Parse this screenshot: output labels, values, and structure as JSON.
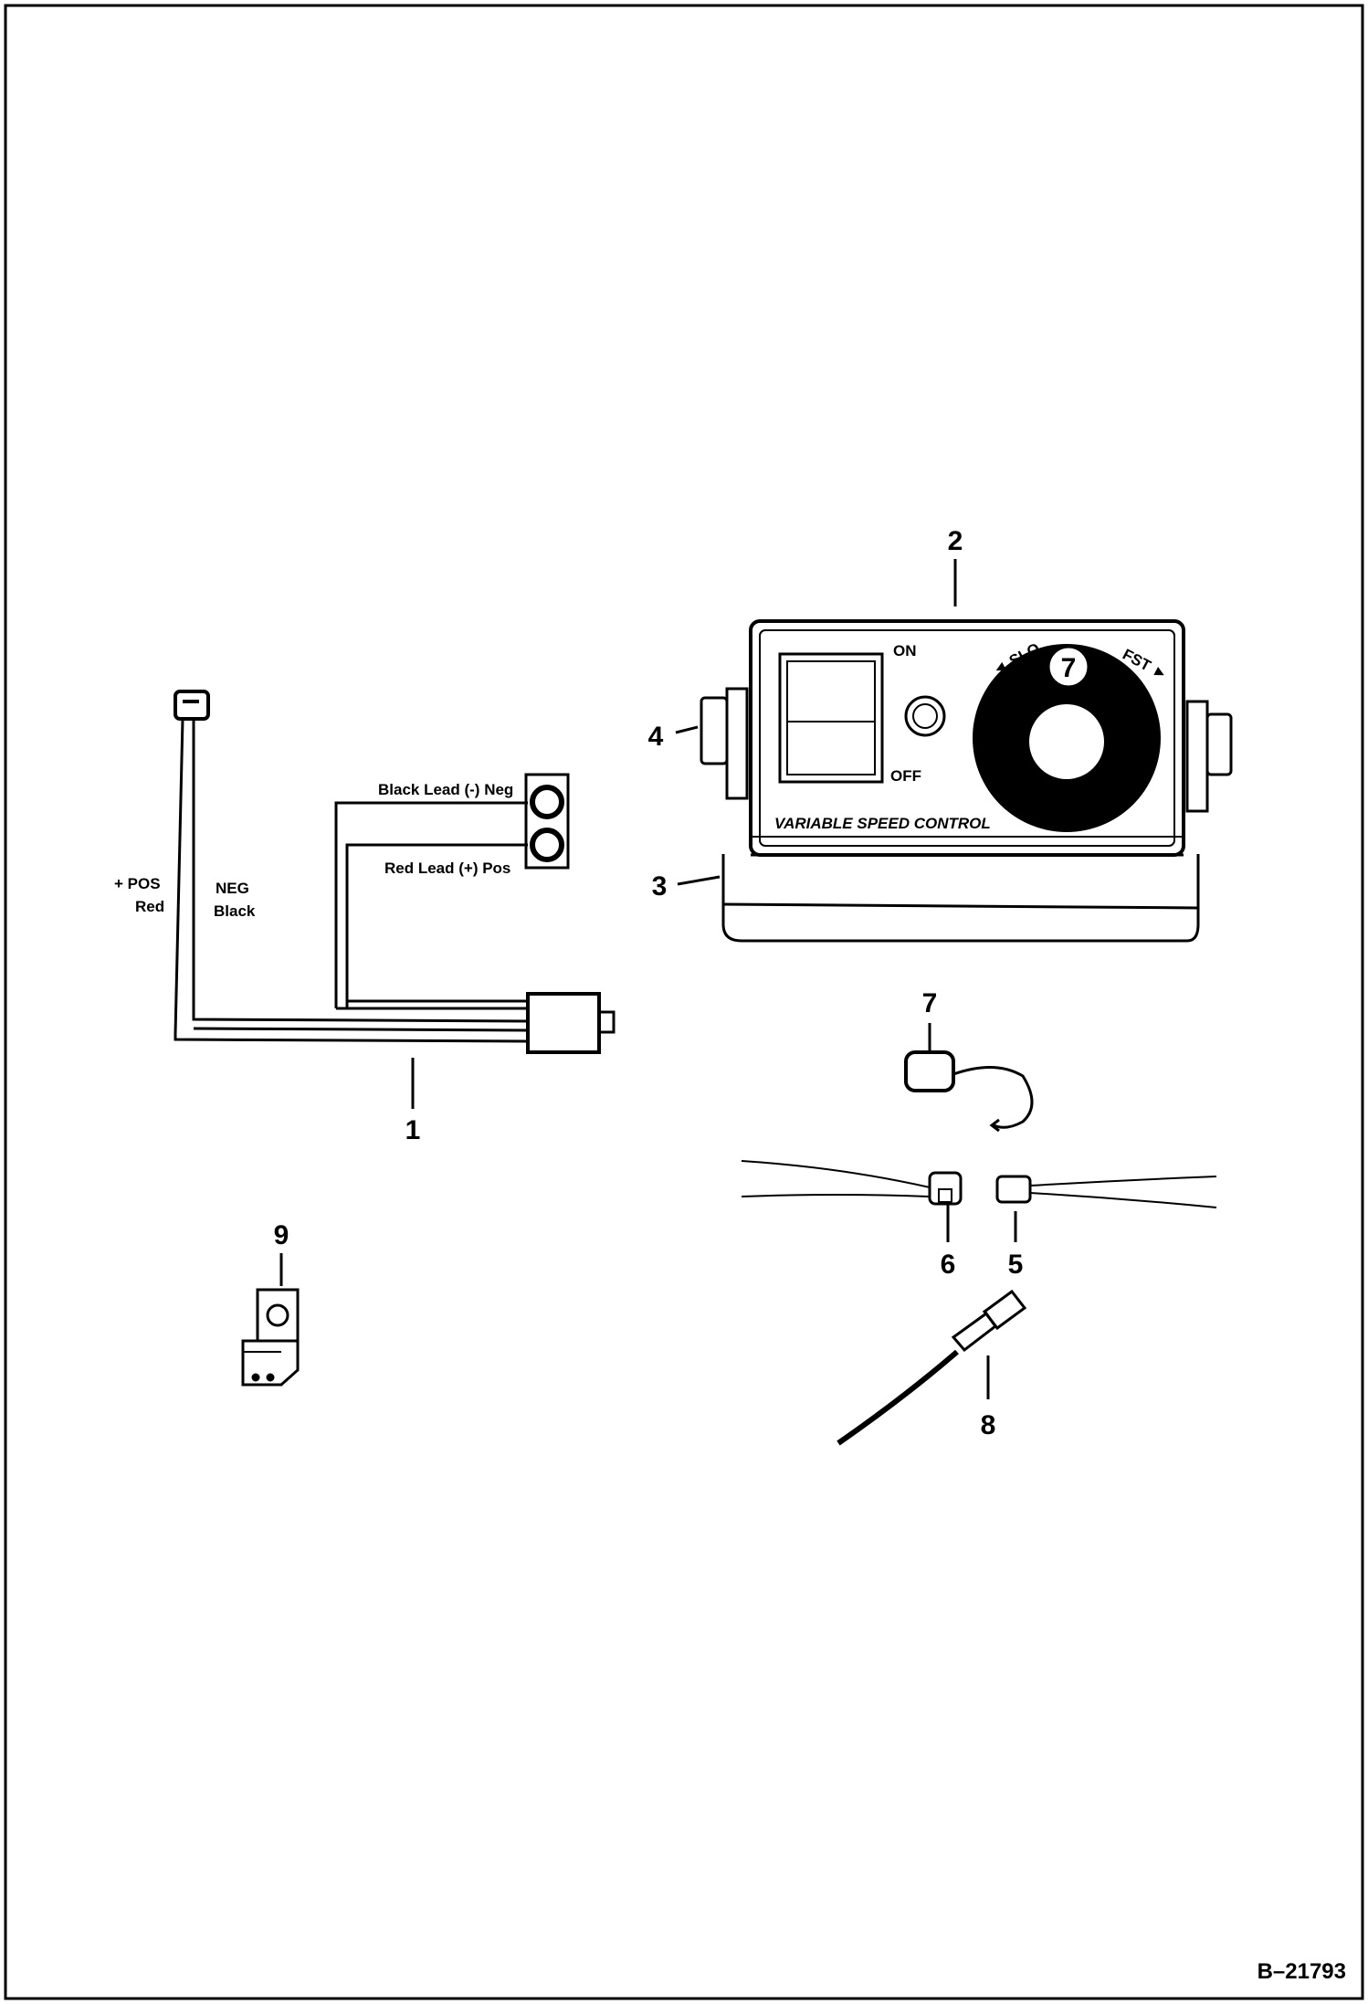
{
  "figure_id": "B–21793",
  "callouts": [
    "1",
    "2",
    "3",
    "4",
    "5",
    "6",
    "7",
    "8",
    "9"
  ],
  "knob_number": "7",
  "harness_labels": {
    "pos": "+ POS",
    "pos_color": "Red",
    "neg": "NEG",
    "neg_color": "Black",
    "black_lead": "Black Lead (-) Neg",
    "red_lead": "Red Lead (+) Pos"
  },
  "control_panel": {
    "on": "ON",
    "off": "OFF",
    "title": "VARIABLE SPEED CONTROL",
    "dial_left": "◄ SLO",
    "dial_right": "FST ►"
  }
}
